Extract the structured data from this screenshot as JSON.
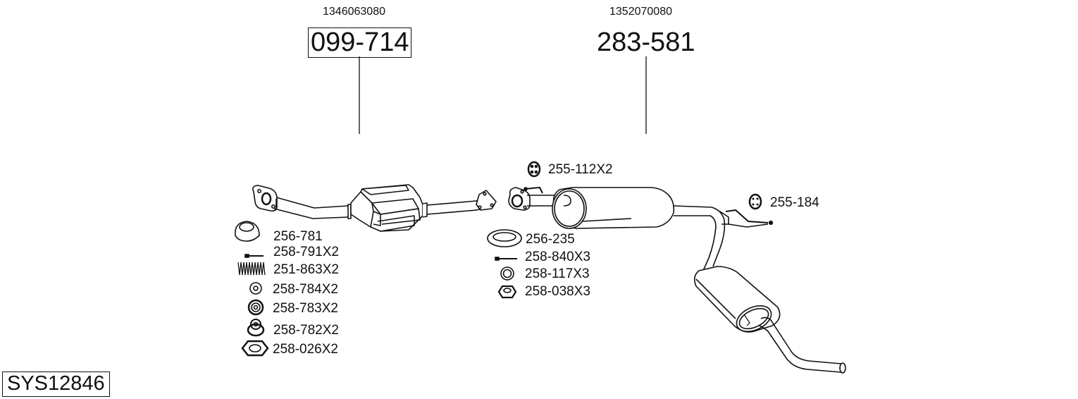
{
  "system_id": "SYS12846",
  "parts": [
    {
      "oe_number": "1346063080",
      "part_number": "099-714",
      "boxed": true,
      "description_icon": "catalytic-converter-front-pipe"
    },
    {
      "oe_number": "1352070080",
      "part_number": "283-581",
      "boxed": false,
      "description_icon": "middle-and-rear-silencer"
    }
  ],
  "left_accessories": [
    {
      "icon": "gasket-ring-icon",
      "label": "256-781"
    },
    {
      "icon": "bolt-icon",
      "label": "258-791X2"
    },
    {
      "icon": "spring-icon",
      "label": "251-863X2"
    },
    {
      "icon": "washer-icon",
      "label": "258-784X2"
    },
    {
      "icon": "double-washer-icon",
      "label": "258-783X2"
    },
    {
      "icon": "stacked-washer-icon",
      "label": "258-782X2"
    },
    {
      "icon": "hex-nut-icon",
      "label": "258-026X2"
    }
  ],
  "middle_accessories": [
    {
      "icon": "rubber-hanger-icon",
      "label": "255-112X2"
    },
    {
      "icon": "gasket-ring-icon",
      "label": "256-235"
    },
    {
      "icon": "bolt-icon",
      "label": "258-840X3"
    },
    {
      "icon": "washer-icon",
      "label": "258-117X3"
    },
    {
      "icon": "flange-nut-icon",
      "label": "258-038X3"
    }
  ],
  "right_accessories": [
    {
      "icon": "rubber-hanger-icon",
      "label": "255-184"
    }
  ]
}
